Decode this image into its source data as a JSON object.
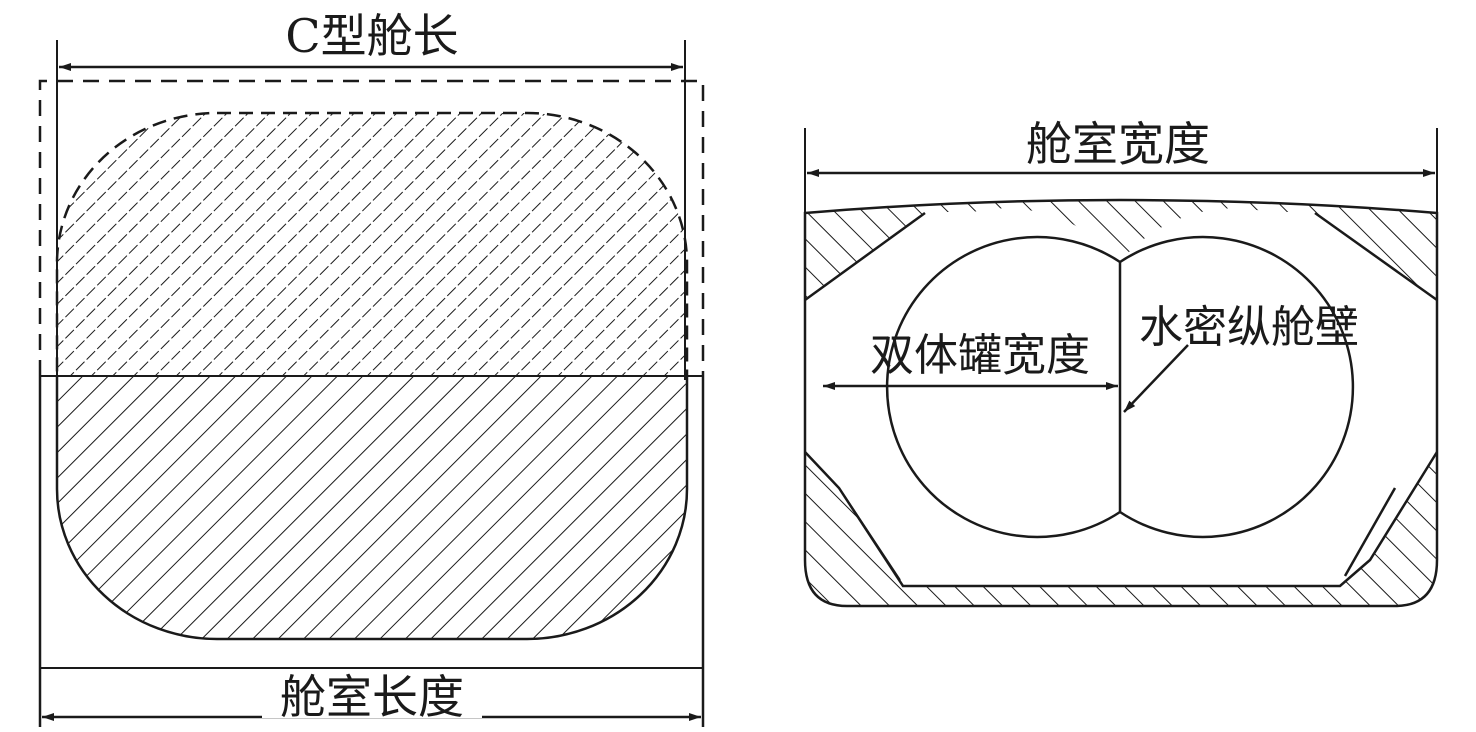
{
  "left_view": {
    "c_tank_length_label": "C型舱长",
    "hold_length_label": "舱室长度"
  },
  "right_view": {
    "hold_width_label": "舱室宽度",
    "bilobe_tank_width_label": "双体罐宽度",
    "bulkhead_label": "水密纵舱壁"
  },
  "colors": {
    "line": "#1a1a1a",
    "background": "#ffffff"
  }
}
